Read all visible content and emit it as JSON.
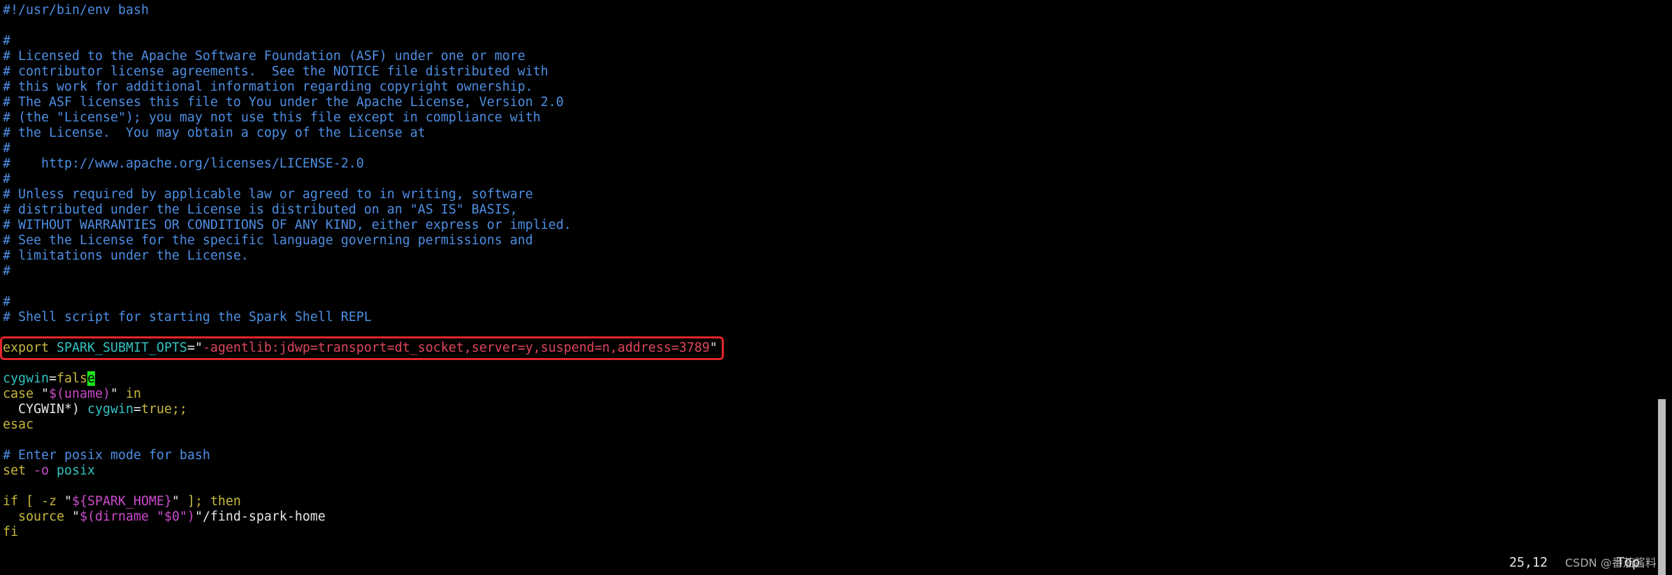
{
  "editor": {
    "lines": [
      {
        "tokens": [
          {
            "t": "#!/usr/bin/env bash",
            "k": "comment"
          }
        ]
      },
      {
        "tokens": []
      },
      {
        "tokens": [
          {
            "t": "#",
            "k": "comment"
          }
        ]
      },
      {
        "tokens": [
          {
            "t": "# Licensed to the Apache Software Foundation (ASF) under one or more",
            "k": "comment"
          }
        ]
      },
      {
        "tokens": [
          {
            "t": "# contributor license agreements.  See the NOTICE file distributed with",
            "k": "comment"
          }
        ]
      },
      {
        "tokens": [
          {
            "t": "# this work for additional information regarding copyright ownership.",
            "k": "comment"
          }
        ]
      },
      {
        "tokens": [
          {
            "t": "# The ASF licenses this file to You under the Apache License, Version 2.0",
            "k": "comment"
          }
        ]
      },
      {
        "tokens": [
          {
            "t": "# (the \"License\"); you may not use this file except in compliance with",
            "k": "comment"
          }
        ]
      },
      {
        "tokens": [
          {
            "t": "# the License.  You may obtain a copy of the License at",
            "k": "comment"
          }
        ]
      },
      {
        "tokens": [
          {
            "t": "#",
            "k": "comment"
          }
        ]
      },
      {
        "tokens": [
          {
            "t": "#    http://www.apache.org/licenses/LICENSE-2.0",
            "k": "comment"
          }
        ]
      },
      {
        "tokens": [
          {
            "t": "#",
            "k": "comment"
          }
        ]
      },
      {
        "tokens": [
          {
            "t": "# Unless required by applicable law or agreed to in writing, software",
            "k": "comment"
          }
        ]
      },
      {
        "tokens": [
          {
            "t": "# distributed under the License is distributed on an \"AS IS\" BASIS,",
            "k": "comment"
          }
        ]
      },
      {
        "tokens": [
          {
            "t": "# WITHOUT WARRANTIES OR CONDITIONS OF ANY KIND, either express or implied.",
            "k": "comment"
          }
        ]
      },
      {
        "tokens": [
          {
            "t": "# See the License for the specific language governing permissions and",
            "k": "comment"
          }
        ]
      },
      {
        "tokens": [
          {
            "t": "# limitations under the License.",
            "k": "comment"
          }
        ]
      },
      {
        "tokens": [
          {
            "t": "#",
            "k": "comment"
          }
        ]
      },
      {
        "tokens": []
      },
      {
        "tokens": [
          {
            "t": "#",
            "k": "comment"
          }
        ]
      },
      {
        "tokens": [
          {
            "t": "# Shell script for starting the Spark Shell REPL",
            "k": "comment"
          }
        ]
      },
      {
        "tokens": []
      },
      {
        "boxed": true,
        "tokens": [
          {
            "t": "export",
            "k": "keyword"
          },
          {
            "t": " ",
            "k": "plain"
          },
          {
            "t": "SPARK_SUBMIT_OPTS",
            "k": "variable"
          },
          {
            "t": "=",
            "k": "plain"
          },
          {
            "t": "\"",
            "k": "plain"
          },
          {
            "t": "-agentlib:jdwp=transport=dt_socket,server=y,suspend=n,address=3789",
            "k": "string"
          },
          {
            "t": "\"",
            "k": "plain"
          }
        ]
      },
      {
        "tokens": []
      },
      {
        "tokens": [
          {
            "t": "cygwin",
            "k": "variable"
          },
          {
            "t": "=",
            "k": "plain"
          },
          {
            "t": "fals",
            "k": "keyword"
          },
          {
            "t": "e",
            "k": "keyword",
            "cursor": true
          }
        ]
      },
      {
        "tokens": [
          {
            "t": "case",
            "k": "keyword"
          },
          {
            "t": " ",
            "k": "plain"
          },
          {
            "t": "\"",
            "k": "plain"
          },
          {
            "t": "$(uname)",
            "k": "special"
          },
          {
            "t": "\"",
            "k": "plain"
          },
          {
            "t": " ",
            "k": "plain"
          },
          {
            "t": "in",
            "k": "keyword"
          }
        ]
      },
      {
        "tokens": [
          {
            "t": "  CYGWIN*) ",
            "k": "plain"
          },
          {
            "t": "cygwin",
            "k": "variable"
          },
          {
            "t": "=",
            "k": "plain"
          },
          {
            "t": "true;;",
            "k": "keyword"
          }
        ]
      },
      {
        "tokens": [
          {
            "t": "esac",
            "k": "keyword"
          }
        ]
      },
      {
        "tokens": []
      },
      {
        "tokens": [
          {
            "t": "# Enter posix mode for bash",
            "k": "comment"
          }
        ]
      },
      {
        "tokens": [
          {
            "t": "set",
            "k": "keyword"
          },
          {
            "t": " ",
            "k": "plain"
          },
          {
            "t": "-o",
            "k": "special"
          },
          {
            "t": " ",
            "k": "plain"
          },
          {
            "t": "posix",
            "k": "variable"
          }
        ]
      },
      {
        "tokens": []
      },
      {
        "tokens": [
          {
            "t": "if [ -z ",
            "k": "keyword"
          },
          {
            "t": "\"",
            "k": "plain"
          },
          {
            "t": "${SPARK_HOME}",
            "k": "special"
          },
          {
            "t": "\"",
            "k": "plain"
          },
          {
            "t": " ]; then",
            "k": "keyword"
          }
        ]
      },
      {
        "tokens": [
          {
            "t": "  ",
            "k": "plain"
          },
          {
            "t": "source",
            "k": "keyword"
          },
          {
            "t": " ",
            "k": "plain"
          },
          {
            "t": "\"",
            "k": "plain"
          },
          {
            "t": "$(dirname \"$0\")",
            "k": "special"
          },
          {
            "t": "\"",
            "k": "plain"
          },
          {
            "t": "/find-spark-home",
            "k": "plain"
          }
        ]
      },
      {
        "tokens": [
          {
            "t": "fi",
            "k": "keyword"
          }
        ]
      }
    ]
  },
  "status": {
    "position": "25,12",
    "scroll": "Top"
  },
  "watermark": "CSDN @番茄酱料",
  "colors": {
    "background": "#000000",
    "comment": "#4d8fe4",
    "keyword": "#c8b83e",
    "variable": "#33c2c2",
    "string": "#e0465c",
    "special": "#cc4bcc",
    "plain": "#e6e6e6",
    "cursor": "#19e619",
    "highlight": "#e3262a",
    "scrollbar": "#bdbdbd"
  }
}
